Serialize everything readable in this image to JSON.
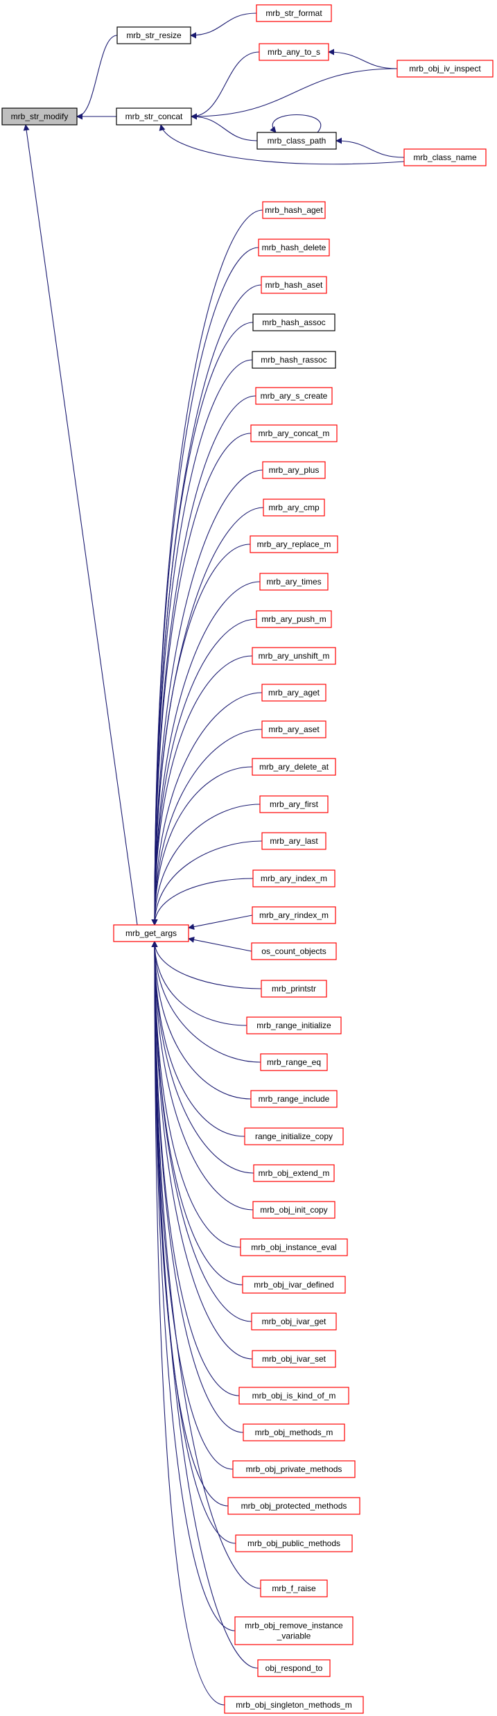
{
  "colors": {
    "edge": "#191970",
    "border_link": "#ff0000",
    "border_plain": "#000000",
    "focus_fill": "#bfbfbf",
    "node_fill": "#ffffff"
  },
  "nodes": [
    {
      "id": "n0",
      "label": "mrb_str_modify",
      "style": "focus"
    },
    {
      "id": "n1",
      "label": "mrb_str_resize",
      "style": "plain"
    },
    {
      "id": "n2",
      "label": "mrb_str_format",
      "style": "link"
    },
    {
      "id": "n3",
      "label": "mrb_str_concat",
      "style": "plain"
    },
    {
      "id": "n4",
      "label": "mrb_any_to_s",
      "style": "link"
    },
    {
      "id": "n5",
      "label": "mrb_obj_iv_inspect",
      "style": "link"
    },
    {
      "id": "n6",
      "label": "mrb_class_path",
      "style": "plain"
    },
    {
      "id": "n7",
      "label": "mrb_class_name",
      "style": "link"
    },
    {
      "id": "n8",
      "label": "mrb_get_args",
      "style": "link"
    },
    {
      "id": "c0",
      "label": "mrb_hash_aget",
      "style": "link"
    },
    {
      "id": "c1",
      "label": "mrb_hash_delete",
      "style": "link"
    },
    {
      "id": "c2",
      "label": "mrb_hash_aset",
      "style": "link"
    },
    {
      "id": "c3",
      "label": "mrb_hash_assoc",
      "style": "plain"
    },
    {
      "id": "c4",
      "label": "mrb_hash_rassoc",
      "style": "plain"
    },
    {
      "id": "c5",
      "label": "mrb_ary_s_create",
      "style": "link"
    },
    {
      "id": "c6",
      "label": "mrb_ary_concat_m",
      "style": "link"
    },
    {
      "id": "c7",
      "label": "mrb_ary_plus",
      "style": "link"
    },
    {
      "id": "c8",
      "label": "mrb_ary_cmp",
      "style": "link"
    },
    {
      "id": "c9",
      "label": "mrb_ary_replace_m",
      "style": "link"
    },
    {
      "id": "c10",
      "label": "mrb_ary_times",
      "style": "link"
    },
    {
      "id": "c11",
      "label": "mrb_ary_push_m",
      "style": "link"
    },
    {
      "id": "c12",
      "label": "mrb_ary_unshift_m",
      "style": "link"
    },
    {
      "id": "c13",
      "label": "mrb_ary_aget",
      "style": "link"
    },
    {
      "id": "c14",
      "label": "mrb_ary_aset",
      "style": "link"
    },
    {
      "id": "c15",
      "label": "mrb_ary_delete_at",
      "style": "link"
    },
    {
      "id": "c16",
      "label": "mrb_ary_first",
      "style": "link"
    },
    {
      "id": "c17",
      "label": "mrb_ary_last",
      "style": "link"
    },
    {
      "id": "c18",
      "label": "mrb_ary_index_m",
      "style": "link"
    },
    {
      "id": "c19",
      "label": "mrb_ary_rindex_m",
      "style": "link"
    },
    {
      "id": "c20",
      "label": "os_count_objects",
      "style": "link"
    },
    {
      "id": "c21",
      "label": "mrb_printstr",
      "style": "link"
    },
    {
      "id": "c22",
      "label": "mrb_range_initialize",
      "style": "link"
    },
    {
      "id": "c23",
      "label": "mrb_range_eq",
      "style": "link"
    },
    {
      "id": "c24",
      "label": "mrb_range_include",
      "style": "link"
    },
    {
      "id": "c25",
      "label": "range_initialize_copy",
      "style": "link"
    },
    {
      "id": "c26",
      "label": "mrb_obj_extend_m",
      "style": "link"
    },
    {
      "id": "c27",
      "label": "mrb_obj_init_copy",
      "style": "link"
    },
    {
      "id": "c28",
      "label": "mrb_obj_instance_eval",
      "style": "link"
    },
    {
      "id": "c29",
      "label": "mrb_obj_ivar_defined",
      "style": "link"
    },
    {
      "id": "c30",
      "label": "mrb_obj_ivar_get",
      "style": "link"
    },
    {
      "id": "c31",
      "label": "mrb_obj_ivar_set",
      "style": "link"
    },
    {
      "id": "c32",
      "label": "mrb_obj_is_kind_of_m",
      "style": "link"
    },
    {
      "id": "c33",
      "label": "mrb_obj_methods_m",
      "style": "link"
    },
    {
      "id": "c34",
      "label": "mrb_obj_private_methods",
      "style": "link"
    },
    {
      "id": "c35",
      "label": "mrb_obj_protected_methods",
      "style": "link"
    },
    {
      "id": "c36",
      "label": "mrb_obj_public_methods",
      "style": "link"
    },
    {
      "id": "c37",
      "label": "mrb_f_raise",
      "style": "link"
    },
    {
      "id": "c38",
      "label": "mrb_obj_remove_instance\n_variable",
      "style": "link"
    },
    {
      "id": "c39",
      "label": "obj_respond_to",
      "style": "link"
    },
    {
      "id": "c40",
      "label": "mrb_obj_singleton_methods_m",
      "style": "link"
    }
  ],
  "edges": [
    [
      "n1",
      "n0"
    ],
    [
      "n3",
      "n0"
    ],
    [
      "n8",
      "n0"
    ],
    [
      "n2",
      "n1"
    ],
    [
      "n4",
      "n3"
    ],
    [
      "n5",
      "n3"
    ],
    [
      "n6",
      "n3"
    ],
    [
      "n7",
      "n3"
    ],
    [
      "n5",
      "n4"
    ],
    [
      "n6",
      "n6"
    ],
    [
      "n7",
      "n6"
    ],
    [
      "c0",
      "n8"
    ],
    [
      "c1",
      "n8"
    ],
    [
      "c2",
      "n8"
    ],
    [
      "c3",
      "n8"
    ],
    [
      "c4",
      "n8"
    ],
    [
      "c5",
      "n8"
    ],
    [
      "c6",
      "n8"
    ],
    [
      "c7",
      "n8"
    ],
    [
      "c8",
      "n8"
    ],
    [
      "c9",
      "n8"
    ],
    [
      "c10",
      "n8"
    ],
    [
      "c11",
      "n8"
    ],
    [
      "c12",
      "n8"
    ],
    [
      "c13",
      "n8"
    ],
    [
      "c14",
      "n8"
    ],
    [
      "c15",
      "n8"
    ],
    [
      "c16",
      "n8"
    ],
    [
      "c17",
      "n8"
    ],
    [
      "c18",
      "n8"
    ],
    [
      "c19",
      "n8"
    ],
    [
      "c20",
      "n8"
    ],
    [
      "c21",
      "n8"
    ],
    [
      "c22",
      "n8"
    ],
    [
      "c23",
      "n8"
    ],
    [
      "c24",
      "n8"
    ],
    [
      "c25",
      "n8"
    ],
    [
      "c26",
      "n8"
    ],
    [
      "c27",
      "n8"
    ],
    [
      "c28",
      "n8"
    ],
    [
      "c29",
      "n8"
    ],
    [
      "c30",
      "n8"
    ],
    [
      "c31",
      "n8"
    ],
    [
      "c32",
      "n8"
    ],
    [
      "c33",
      "n8"
    ],
    [
      "c34",
      "n8"
    ],
    [
      "c35",
      "n8"
    ],
    [
      "c36",
      "n8"
    ],
    [
      "c37",
      "n8"
    ],
    [
      "c38",
      "n8"
    ],
    [
      "c39",
      "n8"
    ],
    [
      "c40",
      "n8"
    ]
  ]
}
